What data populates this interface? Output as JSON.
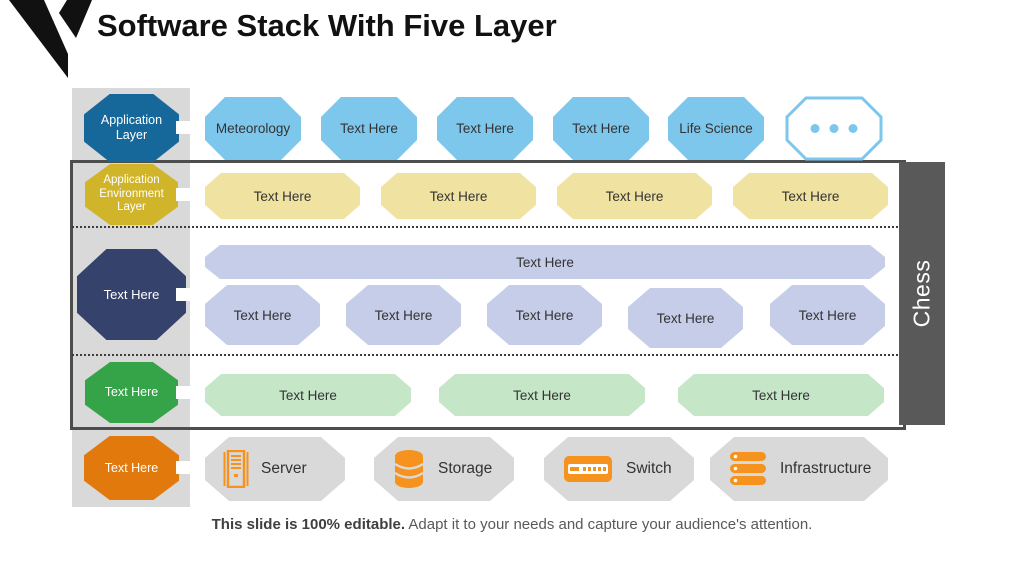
{
  "slide": {
    "title": "Software Stack With Five Layer",
    "side_tab": "Chess",
    "footer_bold": "This slide is 100% editable.",
    "footer_text": " Adapt it to your needs and capture your audience's attention."
  },
  "colors": {
    "layer1": "#16689a",
    "layer1_items": "#7dc6ec",
    "layer2": "#d0b42a",
    "layer2_items": "#f0e3a2",
    "layer3": "#35426b",
    "layer3_items": "#c5cde8",
    "layer4": "#35a348",
    "layer4_items": "#c6e6c8",
    "layer5": "#e1790d",
    "layer5_items": "#d9d9d9",
    "icon_accent": "#f6921e",
    "side_tab_bg": "#595959"
  },
  "layers": [
    {
      "name": "Application Layer",
      "items": [
        "Meteorology",
        "Text Here",
        "Text Here",
        "Text Here",
        "Life Science"
      ]
    },
    {
      "name": "Application Environment Layer",
      "items": [
        "Text Here",
        "Text Here",
        "Text Here",
        "Text Here"
      ]
    },
    {
      "name": "Text Here",
      "bar_item": "Text Here",
      "items": [
        "Text Here",
        "Text Here",
        "Text Here",
        "Text Here",
        "Text Here"
      ]
    },
    {
      "name": "Text Here",
      "items": [
        "Text Here",
        "Text Here",
        "Text Here"
      ]
    },
    {
      "name": "Text Here",
      "items": [
        {
          "icon": "server-icon",
          "label": "Server"
        },
        {
          "icon": "storage-icon",
          "label": "Storage"
        },
        {
          "icon": "switch-icon",
          "label": "Switch"
        },
        {
          "icon": "infrastructure-icon",
          "label": "Infrastructure"
        }
      ]
    }
  ]
}
